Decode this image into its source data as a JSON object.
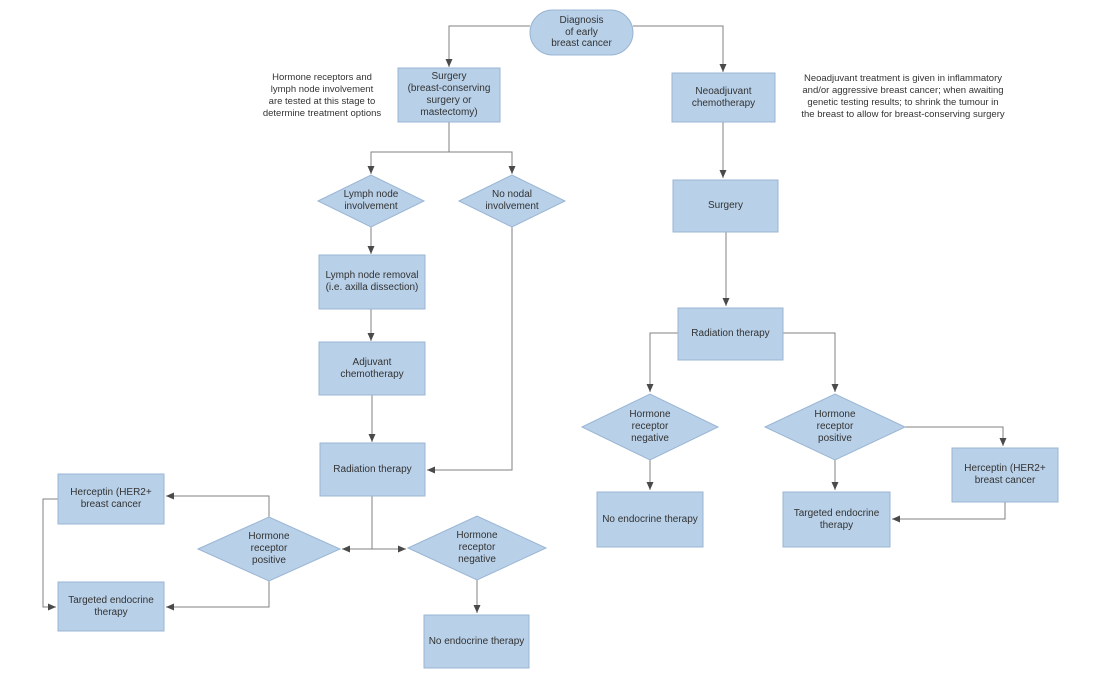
{
  "colors": {
    "node_fill": "#b8d0e8",
    "node_border": "#9ab6d4",
    "connector": "#808080",
    "arrowhead": "#4a4a4a",
    "text": "#333333",
    "background": "#ffffff"
  },
  "diagram": {
    "nodes": {
      "diagnosis": "Diagnosis\nof early\nbreast cancer",
      "surgery_left": "Surgery\n(breast-conserving\nsurgery or\nmastectomy)",
      "neoadjuvant_chemotherapy": "Neoadjuvant\nchemotherapy",
      "lymph_node_involvement": "Lymph node\ninvolvement",
      "no_nodal_involvement": "No nodal\ninvolvement",
      "lymph_node_removal": "Lymph node removal\n(i.e. axilla dissection)",
      "adjuvant_chemotherapy": "Adjuvant\nchemotherapy",
      "radiation_therapy_left": "Radiation therapy",
      "hormone_receptor_positive_left": "Hormone\nreceptor\npositive",
      "hormone_receptor_negative_left": "Hormone\nreceptor\nnegative",
      "herceptin_left": "Herceptin (HER2+\nbreast cancer",
      "targeted_endocrine_left": "Targeted endocrine\ntherapy",
      "no_endocrine_left": "No endocrine therapy",
      "surgery_right": "Surgery",
      "radiation_therapy_right": "Radiation therapy",
      "hormone_receptor_negative_right": "Hormone\nreceptor\nnegative",
      "hormone_receptor_positive_right": "Hormone\nreceptor\npositive",
      "no_endocrine_right": "No endocrine therapy",
      "targeted_endocrine_right": "Targeted endocrine\ntherapy",
      "herceptin_right": "Herceptin (HER2+\nbreast cancer"
    },
    "annotations": {
      "left": "Hormone receptors and\nlymph node involvement\nare tested at this stage to\ndetermine treatment options",
      "right": "Neoadjuvant treatment is given in inflammatory\nand/or aggressive breast cancer; when awaiting\ngenetic testing results; to shrink the tumour in\nthe breast to allow for breast-conserving surgery"
    }
  }
}
